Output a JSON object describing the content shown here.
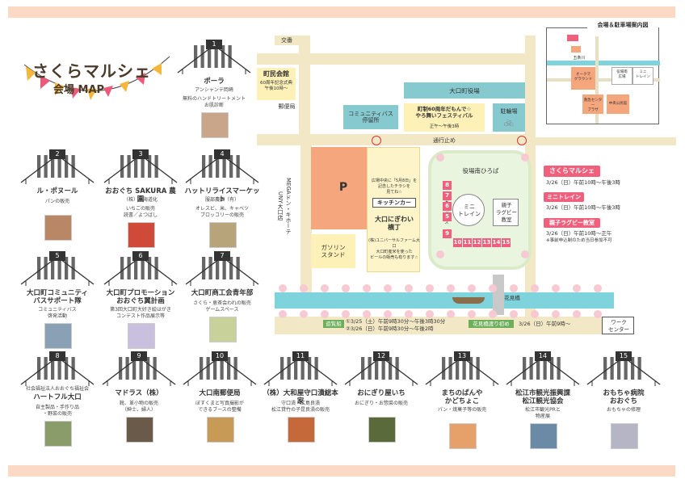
{
  "header": {
    "title": "さくらマルシェ",
    "subtitle": "会場 MAP"
  },
  "booths_top": [
    {
      "num": "1",
      "name": "ポーラ",
      "sub": "アンシャンテ岡崎",
      "desc": "無料のハンドトリートメント\nお肌診断"
    },
    {
      "num": "2",
      "name": "ル・ポヌール",
      "desc": "パンの販売"
    },
    {
      "num": "3",
      "name": "おおぐち SAKURA 農園",
      "sub": "（株）南海道化",
      "desc": "いちごの販売\n読書／よつばし"
    },
    {
      "num": "4",
      "name": "ハットリライスマーケット",
      "sub": "服部農園（有）",
      "desc": "オレスビ、米、キャベツ\nブロッコリーの販売"
    },
    {
      "num": "5",
      "name": "大口町コミュニティ\nバスサポート隊",
      "desc": "コミュニティバス\n啓発活動"
    },
    {
      "num": "6",
      "name": "大口町プロモーション\nおおぐち翼計画",
      "desc": "第3回大口町大好き絵はがき\nコンテスト作品展示等"
    },
    {
      "num": "7",
      "name": "大口町商工会青年部",
      "desc": "さくら・恵茶会われの販売\nゲームスペース"
    }
  ],
  "booths_bottom": [
    {
      "num": "8",
      "name": "ハートフル大口",
      "sub": "社会福祉法人おおぐち福祉会",
      "desc": "自主製品・手作り品\n・野菜の販売"
    },
    {
      "num": "9",
      "name": "マドラス（株）",
      "desc": "靴、革小物の販売\n（紳士、婦人）"
    },
    {
      "num": "10",
      "name": "大口南郵便局",
      "desc": "ぼすくまと写真撮影が\nできるブースの整備"
    },
    {
      "num": "11",
      "name": "（株）大和屋守口漬総本家",
      "desc": "守口漬・広島良漬\n松江貸竹の子昆良漬の販売"
    },
    {
      "num": "12",
      "name": "おにぎり屋いち",
      "desc": "おにぎり・お惣菜の販売"
    },
    {
      "num": "13",
      "name": "まちのぱんや\nかどちょこ",
      "desc": "パン・焼菓子等の販売"
    },
    {
      "num": "14",
      "name": "松江市観光振興課\n松江観光協会",
      "desc": "松江市観光PRと\n物産展"
    },
    {
      "num": "15",
      "name": "おもちゃ病院\nおおぐち",
      "desc": "おもちゃの修理"
    }
  ],
  "map": {
    "koban": "交番",
    "town_hall": "町民会館",
    "town_hall_note": "60周年記念式典\n午後10時～",
    "post_office": "郵便局",
    "community_bus": "コミュニティバス\n停留所",
    "oguchi_office": "大口町役場",
    "festival": "町制60周年だもんで☆\nやろ舞いフェスティバル",
    "festival_time": "正午～午後3時",
    "parking": "駐輪場",
    "tsuko_dome": "通行止め",
    "megadonki": "MEGAドン・キホーテ\nUNY大口店",
    "p_label": "P",
    "gas_stand": "ガソリン\nスタンド",
    "kitchen_car_note": "広場中央に「5月8日」を\n記念したチラシを\n見てね☆",
    "kitchen_car": "キッチンカー",
    "kitchen_car_name": "大口にぎわい\n横丁",
    "farm_note": "(株)ユニバーサルファーム大口\n大口町産米を使った\nビールの販売も有ります☆",
    "plaza": "役場南ひろば",
    "mini_train": "ミニ\nトレイン",
    "rugby": "親子\nラグビー\n教室",
    "food_space": "飲食\nスペース",
    "stall_left": [
      "8",
      "7",
      "6",
      "5",
      "9"
    ],
    "stall_bottom": [
      "10",
      "11",
      "12",
      "13",
      "14",
      "15"
    ],
    "hanamibashi": "花見橋",
    "work_center": "ワーク\nセンター",
    "boat_label": "遊覧船",
    "boat_times": "①3/25（土）午前9時30分～午後3時30分\n②3/26（日）午前9時30分～午後2時",
    "bridge_label": "花見橋渡り初め",
    "bridge_time": "3/26（日）午前9時～"
  },
  "events": {
    "sakura": "さくらマルシェ",
    "sakura_time": "3/26（日）午前10時～午後3時",
    "mini": "ミニトレイン",
    "mini_time": "3/26（日）午前10時～午後3時",
    "rugby": "親子ラグビー教室",
    "rugby_time": "3/26（日）午前10時～正午",
    "rugby_note": "※事前申込制のため当日参加不可"
  },
  "inset": {
    "title": "会場＆駐車場案内図",
    "river": "五条川",
    "labels": [
      "オークマ\nグラウンド",
      "役場南\n広場",
      "ミニ\nトレイン",
      "救急センター\nプラザ",
      "中央公民館"
    ]
  },
  "colors": {
    "pink": "#f0607d",
    "peach": "#f5a67c",
    "teal": "#86c9cf",
    "road": "#f3e8c6",
    "river": "#7fd3dc",
    "band": "#fbd9c4"
  }
}
